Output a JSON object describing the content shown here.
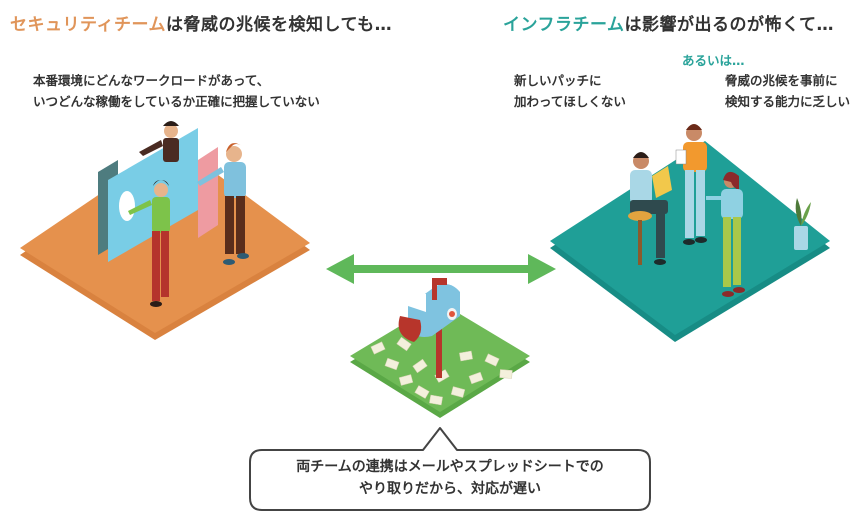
{
  "headings": {
    "security": {
      "highlight": "セキュリティチーム",
      "rest": "は脅威の兆候を検知しても…"
    },
    "infra": {
      "highlight": "インフラチーム",
      "rest": "は影響が出るのが怖くて…"
    }
  },
  "security_note": {
    "line1": "本番環境にどんなワークロードがあって、",
    "line2": "いつどんな稼働をしているか正確に把握していない"
  },
  "infra_notes": {
    "left": {
      "line1": "新しいパッチに",
      "line2": "加わってほしくない"
    },
    "or_label": "あるいは…",
    "right": {
      "line1": "脅威の兆候を事前に",
      "line2": "検知する能力に乏しい"
    }
  },
  "bubble": {
    "line1": "両チームの連携はメールやスプレッドシートでの",
    "line2": "やり取りだから、対応が遅い"
  },
  "colors": {
    "security_accent": "#e0955a",
    "infra_accent": "#2aa39a",
    "arrow": "#5fb85a",
    "mail_platform": "#6fba57",
    "security_platform": "#e5914d",
    "infra_platform": "#1f9f97"
  }
}
